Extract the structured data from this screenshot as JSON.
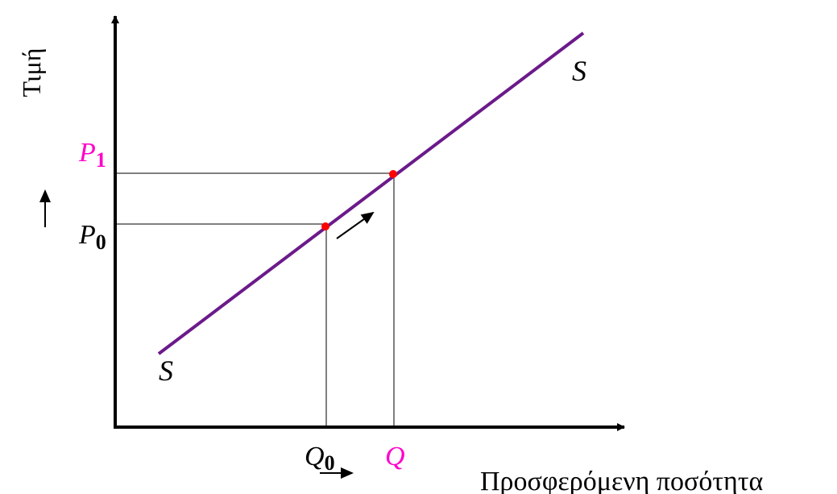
{
  "labels": {
    "y_axis": "Τιμή",
    "x_axis": "Προσφερόμενη ποσότητα",
    "curve_top": "S",
    "curve_bottom": "S",
    "p1_letter": "P",
    "p1_sub": "1",
    "p0_letter": "P",
    "p0_sub": "0",
    "q0_letter": "Q",
    "q0_sub": "0",
    "q": "Q"
  },
  "colors": {
    "curve": "#6b1a8a",
    "point": "#ff0000",
    "highlight_label": "#ff00cc",
    "axis": "#000000",
    "guide": "#000000"
  }
}
